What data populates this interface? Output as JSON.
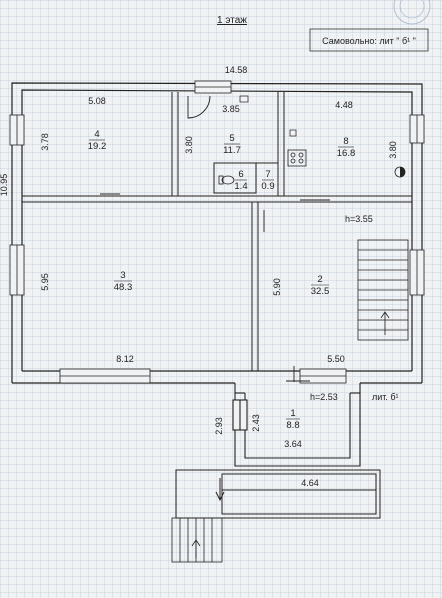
{
  "title": "1 этаж",
  "note": "Самовольно:  лит \" б¹ \"",
  "lit_label": "лит. б¹",
  "dims": {
    "top_total": "14.58",
    "left_total": "10.95",
    "r4_w": "5.08",
    "r4_h": "3.78",
    "r5_w": "3.85",
    "r5_h": "3.80",
    "r8_w": "4.48",
    "r8_h": "3.80",
    "r3_h": "5.95",
    "r3_w": "8.12",
    "r2_h": "5.90",
    "r2_w": "5.50",
    "r1_w": "3.64",
    "r1_h": "2.43",
    "r1_outer_h": "2.93",
    "porch_w": "4.64"
  },
  "heights": {
    "r2": "h=3.55",
    "r1": "h=2.53"
  },
  "rooms": [
    {
      "num": "4",
      "area": "19.2"
    },
    {
      "num": "5",
      "area": "11.7"
    },
    {
      "num": "8",
      "area": "16.8"
    },
    {
      "num": "6",
      "area": "1.4"
    },
    {
      "num": "7",
      "area": "0.9"
    },
    {
      "num": "3",
      "area": "48.3"
    },
    {
      "num": "2",
      "area": "32.5"
    },
    {
      "num": "1",
      "area": "8.8"
    }
  ]
}
